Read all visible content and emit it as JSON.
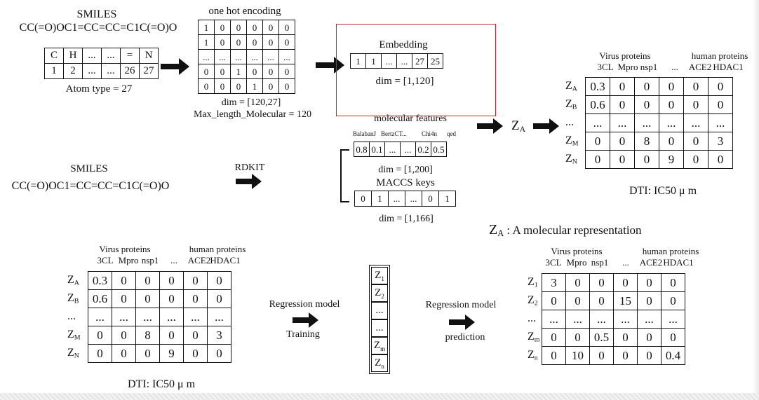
{
  "smiles1": {
    "title": "SMILES",
    "string": "CC(=O)OC1=CC=CC=C1C(=O)O",
    "atom_table": [
      [
        "C",
        "H",
        "...",
        "...",
        "=",
        "N"
      ],
      [
        "1",
        "2",
        "...",
        "...",
        "26",
        "27"
      ]
    ],
    "caption": "Atom type = 27"
  },
  "onehot": {
    "title": "one hot encoding",
    "rows": [
      [
        "1",
        "0",
        "0",
        "0",
        "0",
        "0"
      ],
      [
        "1",
        "0",
        "0",
        "0",
        "0",
        "0"
      ],
      [
        "...",
        "...",
        "...",
        "...",
        "...",
        "..."
      ],
      [
        "0",
        "0",
        "1",
        "0",
        "0",
        "0"
      ],
      [
        "0",
        "0",
        "0",
        "1",
        "0",
        "0"
      ]
    ],
    "dim": "dim = [120,27]",
    "maxlen": "Max_length_Molecular = 120"
  },
  "embedding": {
    "title": "Embedding",
    "cells": [
      "1",
      "1",
      "...",
      "...",
      "27",
      "25"
    ],
    "dim": "dim = [1,120]"
  },
  "features": {
    "title": "molecular features",
    "header": [
      "BalabanJ",
      "BertzCT",
      "...",
      "Chi4n",
      "qed"
    ],
    "cells": [
      "0.8",
      "0.1",
      "...",
      "...",
      "0.2",
      "0.5"
    ],
    "dim": "dim = [1,200]",
    "maccs_title": "MACCS keys",
    "maccs_cells": [
      "0",
      "1",
      "...",
      "...",
      "0",
      "1"
    ],
    "maccs_dim": "dim = [1,166]"
  },
  "smiles2": {
    "title": "SMILES",
    "string": "CC(=O)OC1=CC=CC=C1C(=O)O"
  },
  "rdkit": "RDKIT",
  "za": {
    "sym": "Z",
    "sub": "A",
    "legend": " : A molecular representation"
  },
  "dti_top": {
    "virus_label": "Virus proteins",
    "human_label": "human proteins",
    "columns": [
      "3CL",
      "Mpro",
      "nsp1",
      "...",
      "ACE2",
      "HDAC1"
    ],
    "row_labels": [
      [
        "Z",
        "A"
      ],
      [
        "Z",
        "B"
      ],
      [
        "...",
        ""
      ],
      [
        "Z",
        "M"
      ],
      [
        "Z",
        "N"
      ]
    ],
    "rows": [
      [
        "0.3",
        "0",
        "0",
        "0",
        "0",
        "0"
      ],
      [
        "0.6",
        "0",
        "0",
        "0",
        "0",
        "0"
      ],
      [
        "...",
        "...",
        "...",
        "...",
        "...",
        "..."
      ],
      [
        "0",
        "0",
        "8",
        "0",
        "0",
        "3"
      ],
      [
        "0",
        "0",
        "0",
        "9",
        "0",
        "0"
      ]
    ],
    "caption": "DTI: IC50  μ m"
  },
  "dti_bottom": {
    "virus_label": "Virus proteins",
    "human_label": "human proteins",
    "columns": [
      "3CL",
      "Mpro",
      "nsp1",
      "...",
      "ACE2",
      "HDAC1"
    ],
    "row_labels": [
      [
        "Z",
        "A"
      ],
      [
        "Z",
        "B"
      ],
      [
        "...",
        ""
      ],
      [
        "Z",
        "M"
      ],
      [
        "Z",
        "N"
      ]
    ],
    "rows": [
      [
        "0.3",
        "0",
        "0",
        "0",
        "0",
        "0"
      ],
      [
        "0.6",
        "0",
        "0",
        "0",
        "0",
        "0"
      ],
      [
        "...",
        "...",
        "...",
        "...",
        "...",
        "..."
      ],
      [
        "0",
        "0",
        "8",
        "0",
        "0",
        "3"
      ],
      [
        "0",
        "0",
        "0",
        "9",
        "0",
        "0"
      ]
    ],
    "caption": "DTI: IC50  μ m"
  },
  "regression_train": {
    "model": "Regression model",
    "step": "Training"
  },
  "zvector": [
    [
      "Z",
      "1"
    ],
    [
      "Z",
      "2"
    ],
    [
      "...",
      ""
    ],
    [
      "...",
      ""
    ],
    [
      "Z",
      "m"
    ],
    [
      "Z",
      "n"
    ]
  ],
  "regression_pred": {
    "model": "Regression model",
    "step": "prediction"
  },
  "prediction": {
    "virus_label": "Virus proteins",
    "human_label": "human proteins",
    "columns": [
      "3CL",
      "Mpro",
      "nsp1",
      "...",
      "ACE2",
      "HDAC1"
    ],
    "row_labels": [
      [
        "Z",
        "1"
      ],
      [
        "Z",
        "2"
      ],
      [
        "...",
        ""
      ],
      [
        "Z",
        "m"
      ],
      [
        "Z",
        "n"
      ]
    ],
    "rows": [
      [
        "3",
        "0",
        "0",
        "0",
        "0",
        "0"
      ],
      [
        "0",
        "0",
        "0",
        "15",
        "0",
        "0"
      ],
      [
        "...",
        "...",
        "...",
        "...",
        "...",
        "..."
      ],
      [
        "0",
        "0",
        "0.5",
        "0",
        "0",
        "0"
      ],
      [
        "0",
        "10",
        "0",
        "0",
        "0",
        "0.4"
      ]
    ]
  }
}
